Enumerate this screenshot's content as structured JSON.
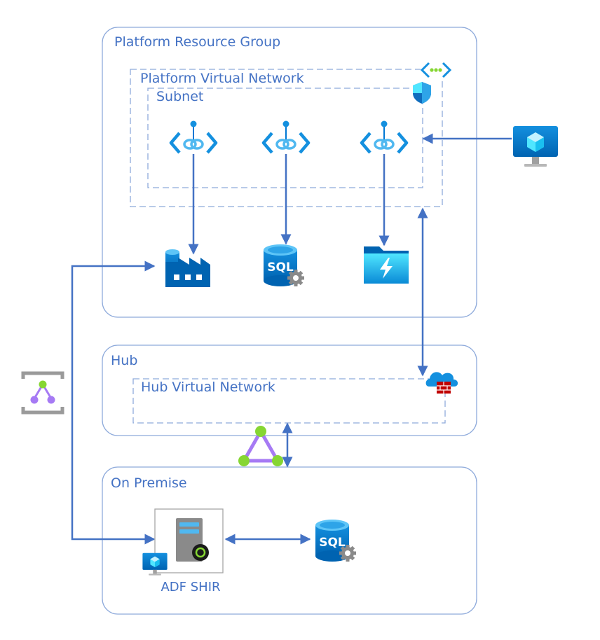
{
  "colors": {
    "label": "#4472c4",
    "group_border": "#8eaadb",
    "dashed_border": "#8eaadb",
    "arrow": "#4472c4",
    "azure_blue": "#0078d4",
    "azure_light": "#50e6ff",
    "purple": "#a67af4",
    "green": "#86d633",
    "firewall_red": "#c00000"
  },
  "groups": {
    "platform_resource_group": "Platform Resource Group",
    "platform_virtual_network": "Platform Virtual Network",
    "subnet": "Subnet",
    "hub": "Hub",
    "hub_virtual_network": "Hub Virtual Network",
    "on_premise": "On Premise"
  },
  "nodes": {
    "private_endpoint_1": {
      "icon": "private-endpoint-icon"
    },
    "private_endpoint_2": {
      "icon": "private-endpoint-icon"
    },
    "private_endpoint_3": {
      "icon": "private-endpoint-icon"
    },
    "data_factory": {
      "icon": "data-factory-icon"
    },
    "azure_sql": {
      "icon": "sql-database-icon",
      "text": "SQL"
    },
    "storage_files": {
      "icon": "storage-file-share-icon"
    },
    "virtual_machine": {
      "icon": "virtual-machine-icon"
    },
    "vnet": {
      "icon": "virtual-network-icon"
    },
    "nsg": {
      "icon": "network-security-group-icon"
    },
    "firewall": {
      "icon": "firewall-icon"
    },
    "expressroute": {
      "icon": "expressroute-icon"
    },
    "vpn_gateway": {
      "icon": "vpn-gateway-icon"
    },
    "adf_shir": {
      "icon": "self-hosted-integration-runtime-icon",
      "label": "ADF SHIR"
    },
    "onprem_sql": {
      "icon": "sql-database-icon",
      "text": "SQL"
    },
    "onprem_vm": {
      "icon": "virtual-machine-icon"
    }
  }
}
